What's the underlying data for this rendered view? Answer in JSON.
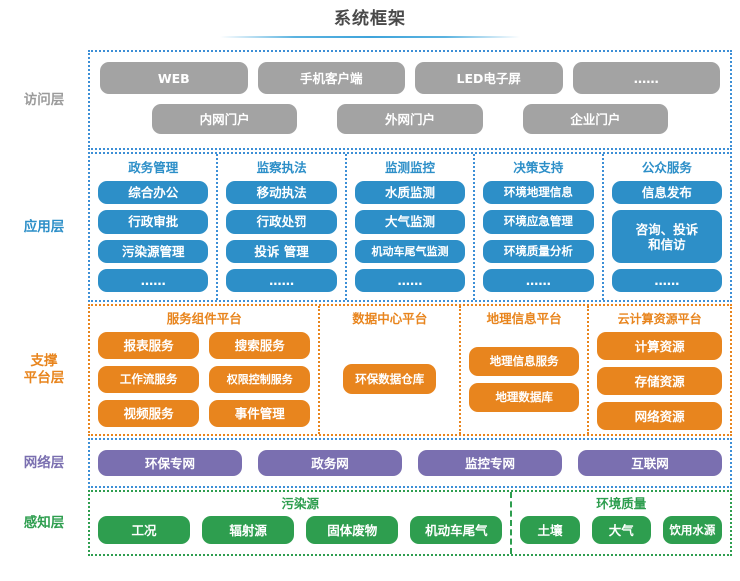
{
  "title": "系统框架",
  "layers": [
    {
      "id": "access",
      "label": "访问层",
      "accent": "#a3a3a3",
      "row1": [
        "WEB",
        "手机客户端",
        "LED电子屏",
        "……"
      ],
      "row2": [
        "内网门户",
        "外网门户",
        "企业门户"
      ]
    },
    {
      "id": "application",
      "label": "应用层",
      "accent": "#2d8fc8",
      "columns": [
        {
          "head": "政务管理",
          "items": [
            "综合办公",
            "行政审批",
            "污染源管理",
            "……"
          ]
        },
        {
          "head": "监察执法",
          "items": [
            "移动执法",
            "行政处罚",
            "投诉 管理",
            "……"
          ]
        },
        {
          "head": "监测监控",
          "items": [
            "水质监测",
            "大气监测",
            "机动车尾气监测",
            "……"
          ]
        },
        {
          "head": "决策支持",
          "items": [
            "环境地理信息",
            "环境应急管理",
            "环境质量分析",
            "……"
          ]
        },
        {
          "head": "公众服务",
          "items": [
            "信息发布",
            "咨询、投诉\n和信访",
            "……"
          ]
        }
      ]
    },
    {
      "id": "support",
      "label": "支撑\n平台层",
      "accent": "#e8851e",
      "columns": [
        {
          "head": "服务组件平台",
          "items": [
            "报表服务",
            "搜索服务",
            "工作流服务",
            "权限控制服务",
            "视频服务",
            "事件管理"
          ]
        },
        {
          "head": "数据中心平台",
          "items": [
            "环保数据仓库"
          ]
        },
        {
          "head": "地理信息平台",
          "items": [
            "地理信息服务",
            "地理数据库"
          ]
        },
        {
          "head": "云计算资源平台",
          "items": [
            "计算资源",
            "存储资源",
            "网络资源"
          ]
        }
      ]
    },
    {
      "id": "network",
      "label": "网络层",
      "accent": "#7a6fb0",
      "items": [
        "环保专网",
        "政务网",
        "监控专网",
        "互联网"
      ]
    },
    {
      "id": "perception",
      "label": "感知层",
      "accent": "#2e9e4f",
      "groups": [
        {
          "head": "污染源",
          "items": [
            "工况",
            "辐射源",
            "固体废物",
            "机动车尾气"
          ]
        },
        {
          "head": "环境质量",
          "items": [
            "土壤",
            "大气",
            "饮用水源"
          ]
        }
      ]
    }
  ]
}
